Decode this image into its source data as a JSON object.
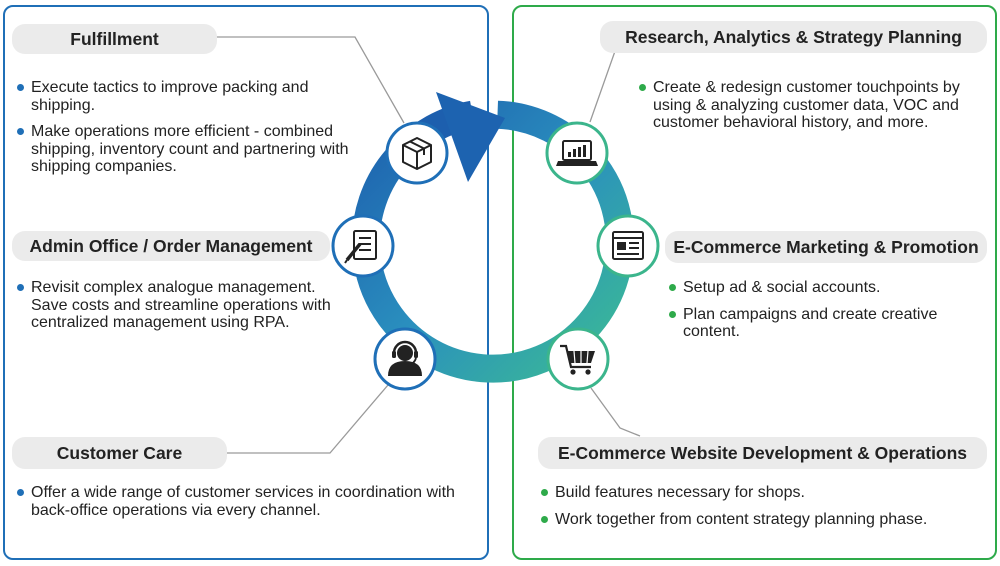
{
  "sections": {
    "fulfillment": {
      "title": "Fulfillment",
      "bullets": [
        "Execute tactics to improve packing and  shipping.",
        "Make operations more efficient - combined shipping, inventory count and partnering with shipping companies."
      ]
    },
    "admin": {
      "title": "Admin Office / Order Management",
      "bullets": [
        "Revisit complex analogue management. Save costs and streamline operations with centralized management using RPA."
      ]
    },
    "customer_care": {
      "title": "Customer Care",
      "bullets": [
        "Offer a wide range of customer  services in coordination with  back-office operations via every channel."
      ]
    },
    "research": {
      "title": "Research, Analytics & Strategy Planning",
      "bullets": [
        "Create & redesign customer touchpoints by using & analyzing customer data, VOC and customer behavioral history, and more."
      ]
    },
    "marketing": {
      "title": "E-Commerce Marketing & Promotion",
      "bullets": [
        "Setup ad & social accounts.",
        "Plan campaigns and create creative content."
      ]
    },
    "website": {
      "title": "E-Commerce Website Development & Operations",
      "bullets": [
        "Build features necessary for shops.",
        "Work together from content strategy planning phase."
      ]
    }
  },
  "icons": [
    "box-icon",
    "laptop-chart-icon",
    "document-pen-icon",
    "webpage-icon",
    "headset-agent-icon",
    "shopping-cart-icon"
  ],
  "colors": {
    "left_accent": "#1f6fb7",
    "right_accent": "#2eaa4a",
    "cycle_blue": "#1d63b0",
    "cycle_teal": "#3bbd96",
    "pill_bg": "#ebebeb"
  }
}
